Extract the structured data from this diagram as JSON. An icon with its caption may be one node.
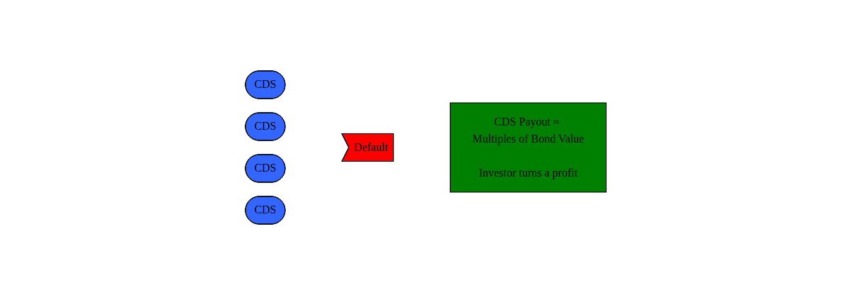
{
  "diagram": {
    "nodes": [
      {
        "text": [
          "CDS"
        ]
      },
      {
        "text": [
          "CDS"
        ]
      },
      {
        "text": [
          "CDS"
        ]
      },
      {
        "text": [
          "CDS"
        ]
      },
      {
        "text": [
          "Default"
        ]
      },
      {
        "text": [
          "CDS Payout ≈ Multiples of Bond Value",
          "Investor turns a profit"
        ]
      }
    ],
    "edges": []
  }
}
